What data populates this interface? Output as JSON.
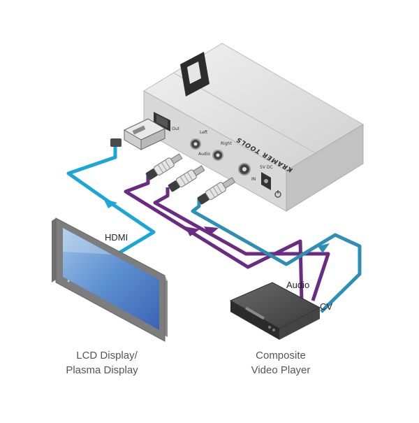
{
  "device": {
    "brand_text": "KRAMER TOOLS",
    "ports": {
      "hdmi_out": "Out",
      "left": "Left",
      "right": "Right",
      "audio": "Audio",
      "cv_in": "IN",
      "power": "5V DC"
    }
  },
  "labels": {
    "hdmi": "HDMI",
    "audio": "Audio",
    "cv": "CV"
  },
  "captions": {
    "display_line1": "LCD Display/",
    "display_line2": "Plasma Display",
    "player_line1": "Composite",
    "player_line2": "Video Player"
  },
  "colors": {
    "hdmi_cable": "#1aa6d6",
    "audio_cable": "#6b2b82",
    "cv_cable": "#2e8fb4",
    "device_body": "#e6e6e6"
  }
}
